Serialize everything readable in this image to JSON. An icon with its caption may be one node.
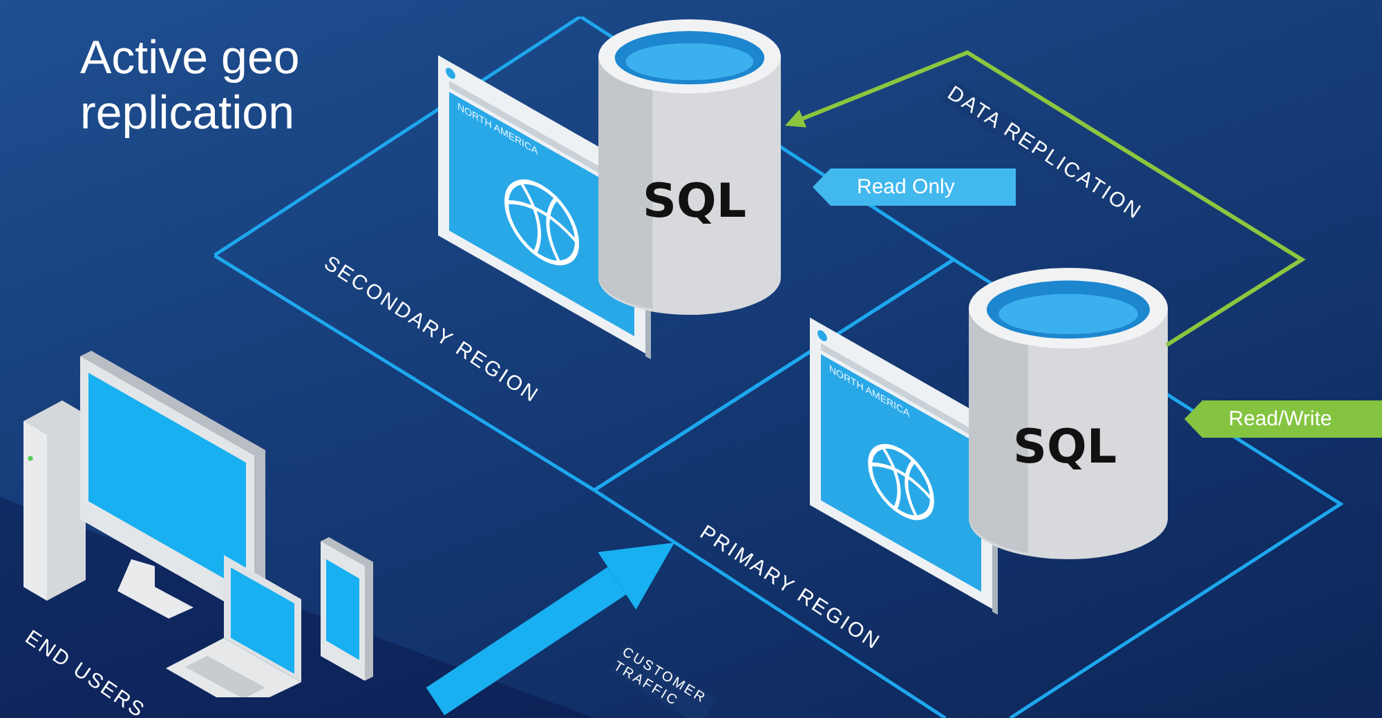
{
  "diagram": {
    "title": "Active geo replication",
    "nodes": [
      {
        "text": [
          "SECONDARY REGION"
        ]
      },
      {
        "text": [
          "PRIMARY REGION"
        ]
      },
      {
        "text": [
          "NORTH AMERICA"
        ],
        "in": 0
      },
      {
        "text": [
          "SQL"
        ],
        "in": 0
      },
      {
        "text": [
          "NORTH AMERICA"
        ],
        "in": 1
      },
      {
        "text": [
          "SQL"
        ],
        "in": 1
      },
      {
        "text": [
          "END USERS"
        ]
      },
      {
        "text": [
          "Read Only"
        ]
      },
      {
        "text": [
          "Read/Write"
        ]
      }
    ],
    "edges": [
      {
        "from": 5,
        "to": 3,
        "arrow": "to",
        "label": "DATA REPLICATION",
        "color": "#8cc63f"
      },
      {
        "from": 6,
        "to": 1,
        "arrow": "to",
        "label": "CUSTOMER TRAFFIC",
        "style": "thick",
        "color": "#18b0f0"
      }
    ]
  }
}
